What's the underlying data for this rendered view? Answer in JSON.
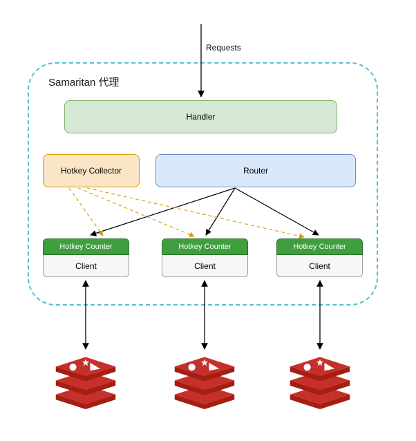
{
  "container": {
    "title": "Samaritan 代理"
  },
  "annotations": {
    "requests": "Requests"
  },
  "nodes": {
    "handler": {
      "label": "Handler"
    },
    "hotkey_collector": {
      "label": "Hotkey Collector"
    },
    "router": {
      "label": "Router"
    }
  },
  "clients": [
    {
      "header": "Hotkey Counter",
      "label": "Client"
    },
    {
      "header": "Hotkey Counter",
      "label": "Client"
    },
    {
      "header": "Hotkey Counter",
      "label": "Client"
    }
  ],
  "icons": {
    "redis": "redis-database-icon"
  },
  "colors": {
    "boundary_dash": "#56bcd1",
    "handler_fill": "#d5e8d4",
    "handler_border": "#82b366",
    "collector_fill": "#fae5c7",
    "collector_border": "#d79b00",
    "router_fill": "#dae8fc",
    "router_border": "#6c8ebf",
    "counter_fill": "#3f9e3e",
    "counter_border": "#2d7030",
    "counter_text": "#ffffff",
    "client_fill": "#f7f7f7",
    "client_border": "#9e9e9e",
    "edge_black": "#000000",
    "edge_collector": "#d79b00",
    "redis_red": "#c6302b",
    "redis_dark_red": "#a41e11"
  }
}
